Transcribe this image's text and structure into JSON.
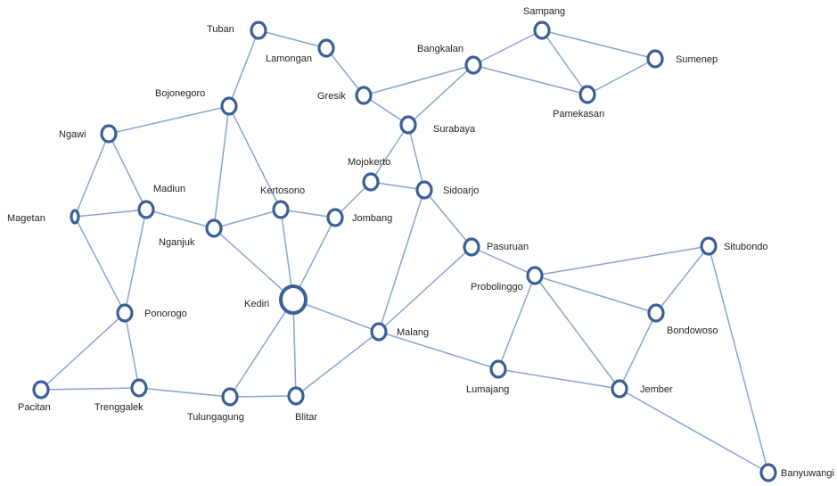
{
  "graph": {
    "nodes": [
      {
        "id": "tuban",
        "label": "Tuban"
      },
      {
        "id": "lamongan",
        "label": "Lamongan"
      },
      {
        "id": "gresik",
        "label": "Gresik"
      },
      {
        "id": "bangkalan",
        "label": "Bangkalan"
      },
      {
        "id": "sampang",
        "label": "Sampang"
      },
      {
        "id": "sumenep",
        "label": "Sumenep"
      },
      {
        "id": "pamekasan",
        "label": "Pamekasan"
      },
      {
        "id": "surabaya",
        "label": "Surabaya"
      },
      {
        "id": "bojonegoro",
        "label": "Bojonegoro"
      },
      {
        "id": "ngawi",
        "label": "Ngawi"
      },
      {
        "id": "mojokerto",
        "label": "Mojokerto"
      },
      {
        "id": "sidoarjo",
        "label": "Sidoarjo"
      },
      {
        "id": "madiun",
        "label": "Madiun"
      },
      {
        "id": "magetan",
        "label": "Magetan"
      },
      {
        "id": "nganjuk",
        "label": "Nganjuk"
      },
      {
        "id": "kertosono",
        "label": "Kertosono"
      },
      {
        "id": "jombang",
        "label": "Jombang"
      },
      {
        "id": "pasuruan",
        "label": "Pasuruan"
      },
      {
        "id": "probolinggo",
        "label": "Probolinggo"
      },
      {
        "id": "situbondo",
        "label": "Situbondo"
      },
      {
        "id": "kediri",
        "label": "Kediri"
      },
      {
        "id": "ponorogo",
        "label": "Ponorogo"
      },
      {
        "id": "malang",
        "label": "Malang"
      },
      {
        "id": "bondowoso",
        "label": "Bondowoso"
      },
      {
        "id": "pacitan",
        "label": "Pacitan"
      },
      {
        "id": "trenggalek",
        "label": "Trenggalek"
      },
      {
        "id": "tulungagung",
        "label": "Tulungagung"
      },
      {
        "id": "blitar",
        "label": "Blitar"
      },
      {
        "id": "lumajang",
        "label": "Lumajang"
      },
      {
        "id": "jember",
        "label": "Jember"
      },
      {
        "id": "banyuwangi",
        "label": "Banyuwangi"
      }
    ],
    "edges": [
      [
        "tuban",
        "lamongan"
      ],
      [
        "tuban",
        "bojonegoro"
      ],
      [
        "lamongan",
        "gresik"
      ],
      [
        "gresik",
        "bangkalan"
      ],
      [
        "gresik",
        "surabaya"
      ],
      [
        "bangkalan",
        "sampang"
      ],
      [
        "bangkalan",
        "pamekasan"
      ],
      [
        "bangkalan",
        "surabaya"
      ],
      [
        "sampang",
        "sumenep"
      ],
      [
        "sampang",
        "pamekasan"
      ],
      [
        "pamekasan",
        "sumenep"
      ],
      [
        "surabaya",
        "mojokerto"
      ],
      [
        "surabaya",
        "sidoarjo"
      ],
      [
        "mojokerto",
        "sidoarjo"
      ],
      [
        "mojokerto",
        "jombang"
      ],
      [
        "bojonegoro",
        "ngawi"
      ],
      [
        "bojonegoro",
        "nganjuk"
      ],
      [
        "bojonegoro",
        "kertosono"
      ],
      [
        "ngawi",
        "magetan"
      ],
      [
        "ngawi",
        "madiun"
      ],
      [
        "magetan",
        "madiun"
      ],
      [
        "magetan",
        "ponorogo"
      ],
      [
        "madiun",
        "nganjuk"
      ],
      [
        "madiun",
        "ponorogo"
      ],
      [
        "nganjuk",
        "kertosono"
      ],
      [
        "nganjuk",
        "kediri"
      ],
      [
        "kertosono",
        "jombang"
      ],
      [
        "kertosono",
        "kediri"
      ],
      [
        "jombang",
        "kediri"
      ],
      [
        "sidoarjo",
        "pasuruan"
      ],
      [
        "sidoarjo",
        "malang"
      ],
      [
        "kediri",
        "malang"
      ],
      [
        "kediri",
        "tulungagung"
      ],
      [
        "kediri",
        "blitar"
      ],
      [
        "pasuruan",
        "malang"
      ],
      [
        "pasuruan",
        "probolinggo"
      ],
      [
        "probolinggo",
        "situbondo"
      ],
      [
        "probolinggo",
        "bondowoso"
      ],
      [
        "probolinggo",
        "lumajang"
      ],
      [
        "probolinggo",
        "jember"
      ],
      [
        "situbondo",
        "bondowoso"
      ],
      [
        "situbondo",
        "banyuwangi"
      ],
      [
        "bondowoso",
        "jember"
      ],
      [
        "malang",
        "blitar"
      ],
      [
        "malang",
        "lumajang"
      ],
      [
        "lumajang",
        "jember"
      ],
      [
        "jember",
        "banyuwangi"
      ],
      [
        "ponorogo",
        "pacitan"
      ],
      [
        "ponorogo",
        "trenggalek"
      ],
      [
        "pacitan",
        "trenggalek"
      ],
      [
        "trenggalek",
        "tulungagung"
      ],
      [
        "tulungagung",
        "blitar"
      ]
    ]
  }
}
